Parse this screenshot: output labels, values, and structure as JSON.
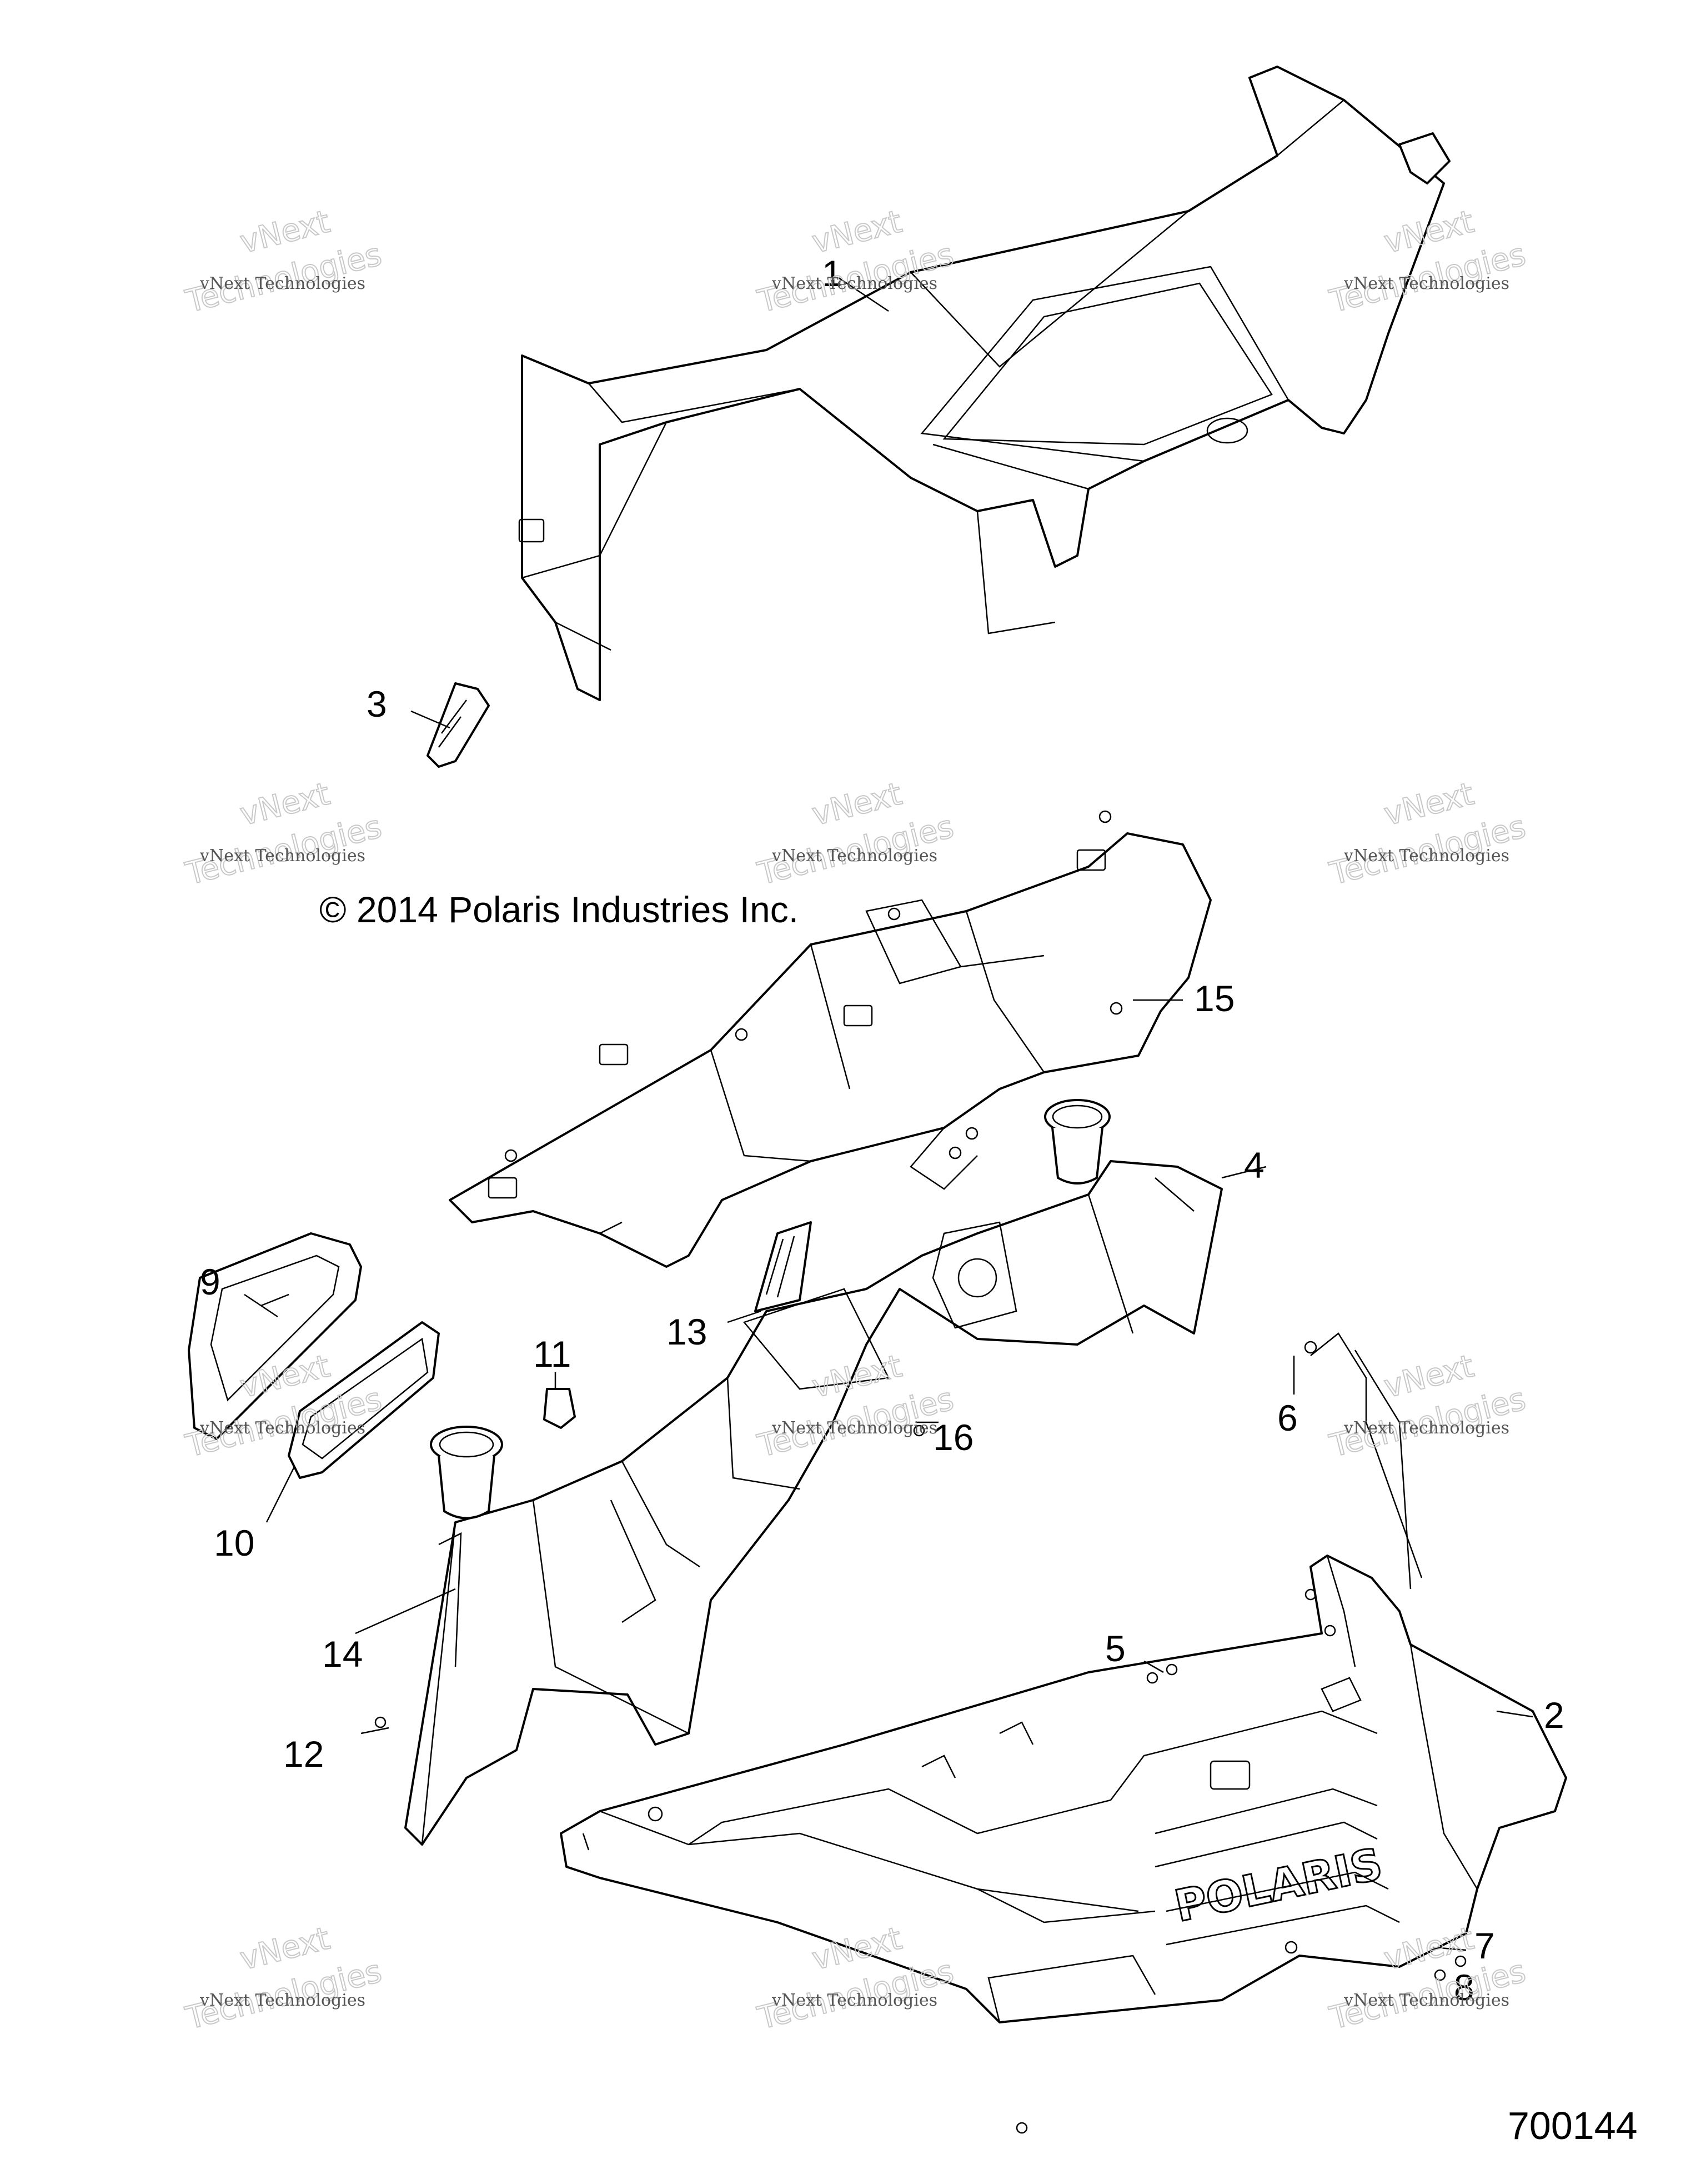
{
  "copyright": "© 2014 Polaris Industries Inc.",
  "drawing_number": "700144",
  "watermark": {
    "line1": "vNext Technologies",
    "line2": "vNext",
    "line3": "Technologies"
  },
  "callouts": {
    "c1": "1",
    "c2": "2",
    "c3": "3",
    "c4": "4",
    "c5": "5",
    "c6": "6",
    "c7": "7",
    "c8": "8",
    "c9": "9",
    "c10": "10",
    "c11": "11",
    "c12": "12",
    "c13": "13",
    "c14": "14",
    "c15": "15",
    "c16": "16"
  },
  "brand_logo_text": "POLARIS"
}
